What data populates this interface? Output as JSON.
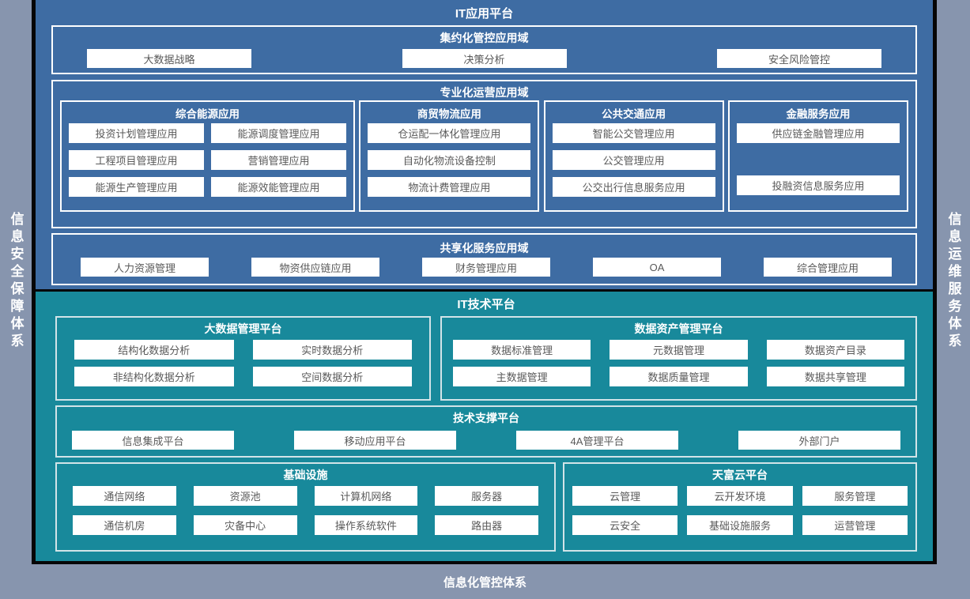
{
  "frame": {
    "left_label": "信息安全保障体系",
    "right_label": "信息运维服务体系",
    "bottom_label": "信息化管控体系"
  },
  "colors": {
    "frame_bg": "#8795ae",
    "app_bg": "#3e6ca3",
    "tech_bg": "#18899b",
    "divider": "#060606",
    "node_bg": "#ffffff",
    "node_text": "#595959",
    "title_text": "#ffffff"
  },
  "app_platform": {
    "title": "IT应用平台",
    "intensive_domain": {
      "title": "集约化管控应用域",
      "items": [
        "大数据战略",
        "决策分析",
        "安全风险管控"
      ]
    },
    "operation_domain": {
      "title": "专业化运营应用域",
      "groups": [
        {
          "title": "综合能源应用",
          "items": [
            "投资计划管理应用",
            "能源调度管理应用",
            "工程项目管理应用",
            "营销管理应用",
            "能源生产管理应用",
            "能源效能管理应用"
          ]
        },
        {
          "title": "商贸物流应用",
          "items": [
            "仓运配一体化管理应用",
            "自动化物流设备控制",
            "物流计费管理应用"
          ]
        },
        {
          "title": "公共交通应用",
          "items": [
            "智能公交管理应用",
            "公交管理应用",
            "公交出行信息服务应用"
          ]
        },
        {
          "title": "金融服务应用",
          "items": [
            "供应链金融管理应用",
            "投融资信息服务应用"
          ]
        }
      ]
    },
    "shared_domain": {
      "title": "共享化服务应用域",
      "items": [
        "人力资源管理",
        "物资供应链应用",
        "财务管理应用",
        "OA",
        "综合管理应用"
      ]
    }
  },
  "tech_platform": {
    "title": "IT技术平台",
    "bigdata": {
      "title": "大数据管理平台",
      "items": [
        "结构化数据分析",
        "实时数据分析",
        "非结构化数据分析",
        "空间数据分析"
      ]
    },
    "data_asset": {
      "title": "数据资产管理平台",
      "items": [
        "数据标准管理",
        "元数据管理",
        "数据资产目录",
        "主数据管理",
        "数据质量管理",
        "数据共享管理"
      ]
    },
    "tech_support": {
      "title": "技术支撑平台",
      "items": [
        "信息集成平台",
        "移动应用平台",
        "4A管理平台",
        "外部门户"
      ]
    },
    "infrastructure": {
      "title": "基础设施",
      "items": [
        "通信网络",
        "资源池",
        "计算机网络",
        "服务器",
        "通信机房",
        "灾备中心",
        "操作系统软件",
        "路由器"
      ]
    },
    "cloud": {
      "title": "天富云平台",
      "items": [
        "云管理",
        "云开发环境",
        "服务管理",
        "云安全",
        "基础设施服务",
        "运营管理"
      ]
    }
  }
}
